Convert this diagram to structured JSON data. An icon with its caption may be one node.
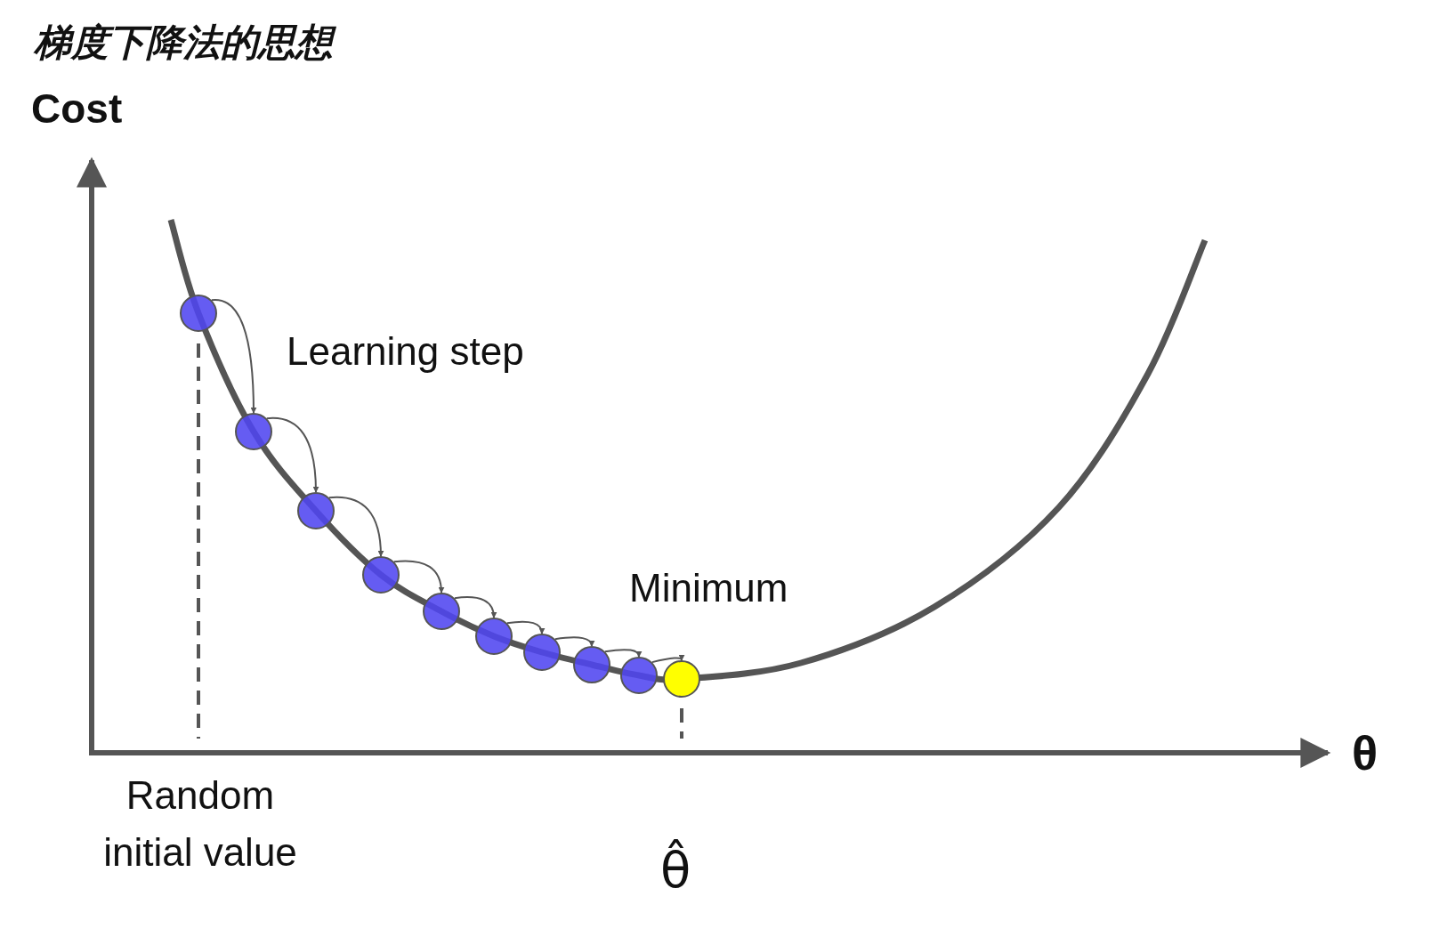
{
  "diagram": {
    "title": "梯度下降法的思想",
    "nodes": [
      {
        "text": [],
        "shape": "circle"
      },
      {
        "text": [],
        "shape": "circle"
      },
      {
        "text": [],
        "shape": "circle"
      },
      {
        "text": [],
        "shape": "circle"
      },
      {
        "text": [],
        "shape": "circle"
      },
      {
        "text": [],
        "shape": "circle"
      },
      {
        "text": [],
        "shape": "circle"
      },
      {
        "text": [],
        "shape": "circle"
      },
      {
        "text": [],
        "shape": "circle"
      },
      {
        "text": [],
        "shape": "circle"
      }
    ],
    "edges": [
      {
        "from": 0,
        "to": 1,
        "arrow": "to"
      },
      {
        "from": 1,
        "to": 2,
        "arrow": "to"
      },
      {
        "from": 2,
        "to": 3,
        "arrow": "to"
      },
      {
        "from": 3,
        "to": 4,
        "arrow": "to"
      },
      {
        "from": 4,
        "to": 5,
        "arrow": "to"
      },
      {
        "from": 5,
        "to": 6,
        "arrow": "to"
      },
      {
        "from": 6,
        "to": 7,
        "arrow": "to"
      },
      {
        "from": 7,
        "to": 8,
        "arrow": "to"
      },
      {
        "from": 8,
        "to": 9,
        "arrow": "to"
      }
    ],
    "labels": [
      "Cost",
      "Learning step",
      "Minimum",
      "θ",
      "Random initial value",
      "θ̂"
    ]
  }
}
